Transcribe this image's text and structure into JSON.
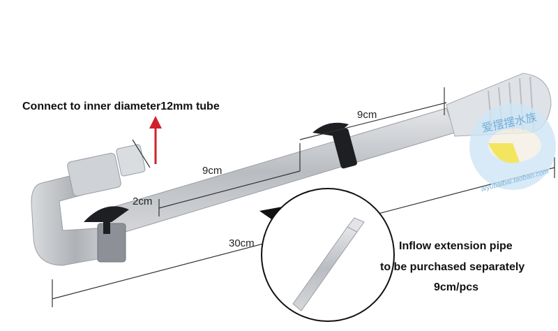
{
  "labels": {
    "connect": "Connect to inner diameter12mm tube",
    "dim_9cm_top": "9cm",
    "dim_9cm_mid": "9cm",
    "dim_2cm": "2cm",
    "dim_30cm": "30cm",
    "inflow_line1": "Inflow extension pipe",
    "inflow_line2": "to be purchased separately",
    "inflow_line3": "9cm/pcs"
  },
  "watermark": {
    "chinese": "爱摆摆水族",
    "url": "aiyubaibai.taobao.com"
  },
  "colors": {
    "pipe": "#c9ccd0",
    "arrow": "#d0202a",
    "suction_cup": "#1e1f22"
  }
}
